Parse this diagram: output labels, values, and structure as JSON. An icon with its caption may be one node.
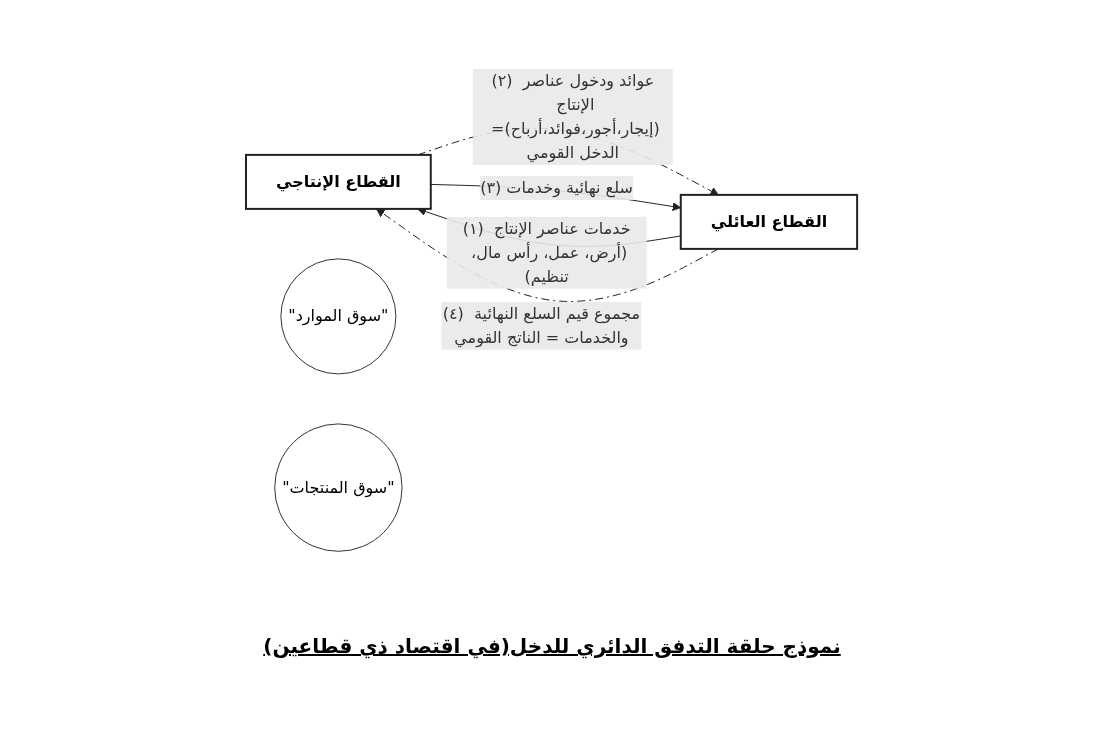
{
  "diagram": {
    "caption": "نموذج حلقة التدفق الدائري للدخل(في اقتصاد ذي قطاعين)",
    "nodes": [
      {
        "text": [
          "القطاع الإنتاجي"
        ]
      },
      {
        "text": [
          "القطاع العائلي"
        ]
      },
      {
        "text": [
          "\"سوق الموارد\""
        ]
      },
      {
        "text": [
          "\"سوق المنتجات\""
        ]
      }
    ],
    "edges": [
      {
        "from": 1,
        "to": 0,
        "arrow": "to",
        "label": "(١) خدمات عناصر الإنتاج (أرض، عمل، رأس مال، تنظيم)"
      },
      {
        "from": 0,
        "to": 1,
        "arrow": "to",
        "style": "dashed",
        "label": "(٢) عوائد ودخول عناصر الإنتاج (إيجار،أجور،فوائد،أرباح)= الدخل القومي"
      },
      {
        "from": 0,
        "to": 1,
        "arrow": "to",
        "label": "(٣) سلع نهائية وخدمات"
      },
      {
        "from": 1,
        "to": 0,
        "arrow": "to",
        "style": "dashed",
        "label": "(٤) مجموع قيم السلع النهائية والخدمات = الناتج القومي"
      }
    ]
  }
}
